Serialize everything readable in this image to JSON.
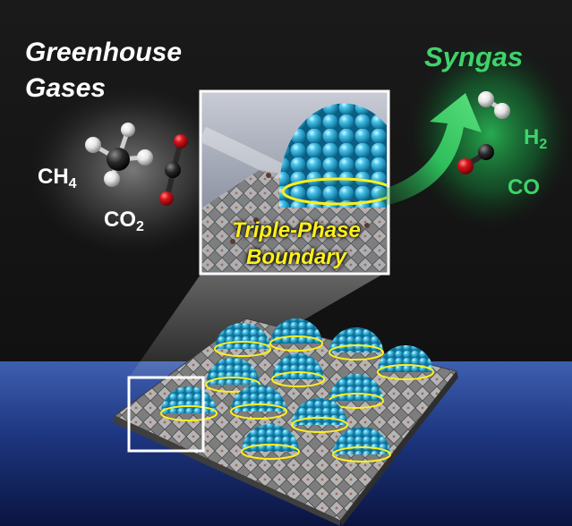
{
  "labels": {
    "greenhouse_line1": "Greenhouse",
    "greenhouse_line2": "Gases",
    "syngas": "Syngas",
    "ch4_base": "CH",
    "ch4_sub": "4",
    "co2_base": "CO",
    "co2_sub": "2",
    "h2_base": "H",
    "h2_sub": "2",
    "co": "CO",
    "tpb_line1": "Triple-Phase",
    "tpb_line2": "Boundary"
  },
  "colors": {
    "background": "#000000",
    "panel_top": "#1a1a1a",
    "water_top": "#3e5fb0",
    "water_bottom": "#0a1440",
    "greenhouse_text": "#ffffff",
    "syngas_green": "#3fd36a",
    "boundary_yellow": "#ffef1e",
    "particle_cyan": "#2fb6df",
    "oxygen_red": "#d8131c",
    "carbon_black": "#2a2a2a",
    "hydrogen_white": "#f2f2f2"
  },
  "icons": {
    "methane": "methane-molecule-icon",
    "co2": "co2-molecule-icon",
    "h2": "h2-molecule-icon",
    "co": "co-molecule-icon",
    "arrow": "curved-arrow-icon"
  }
}
